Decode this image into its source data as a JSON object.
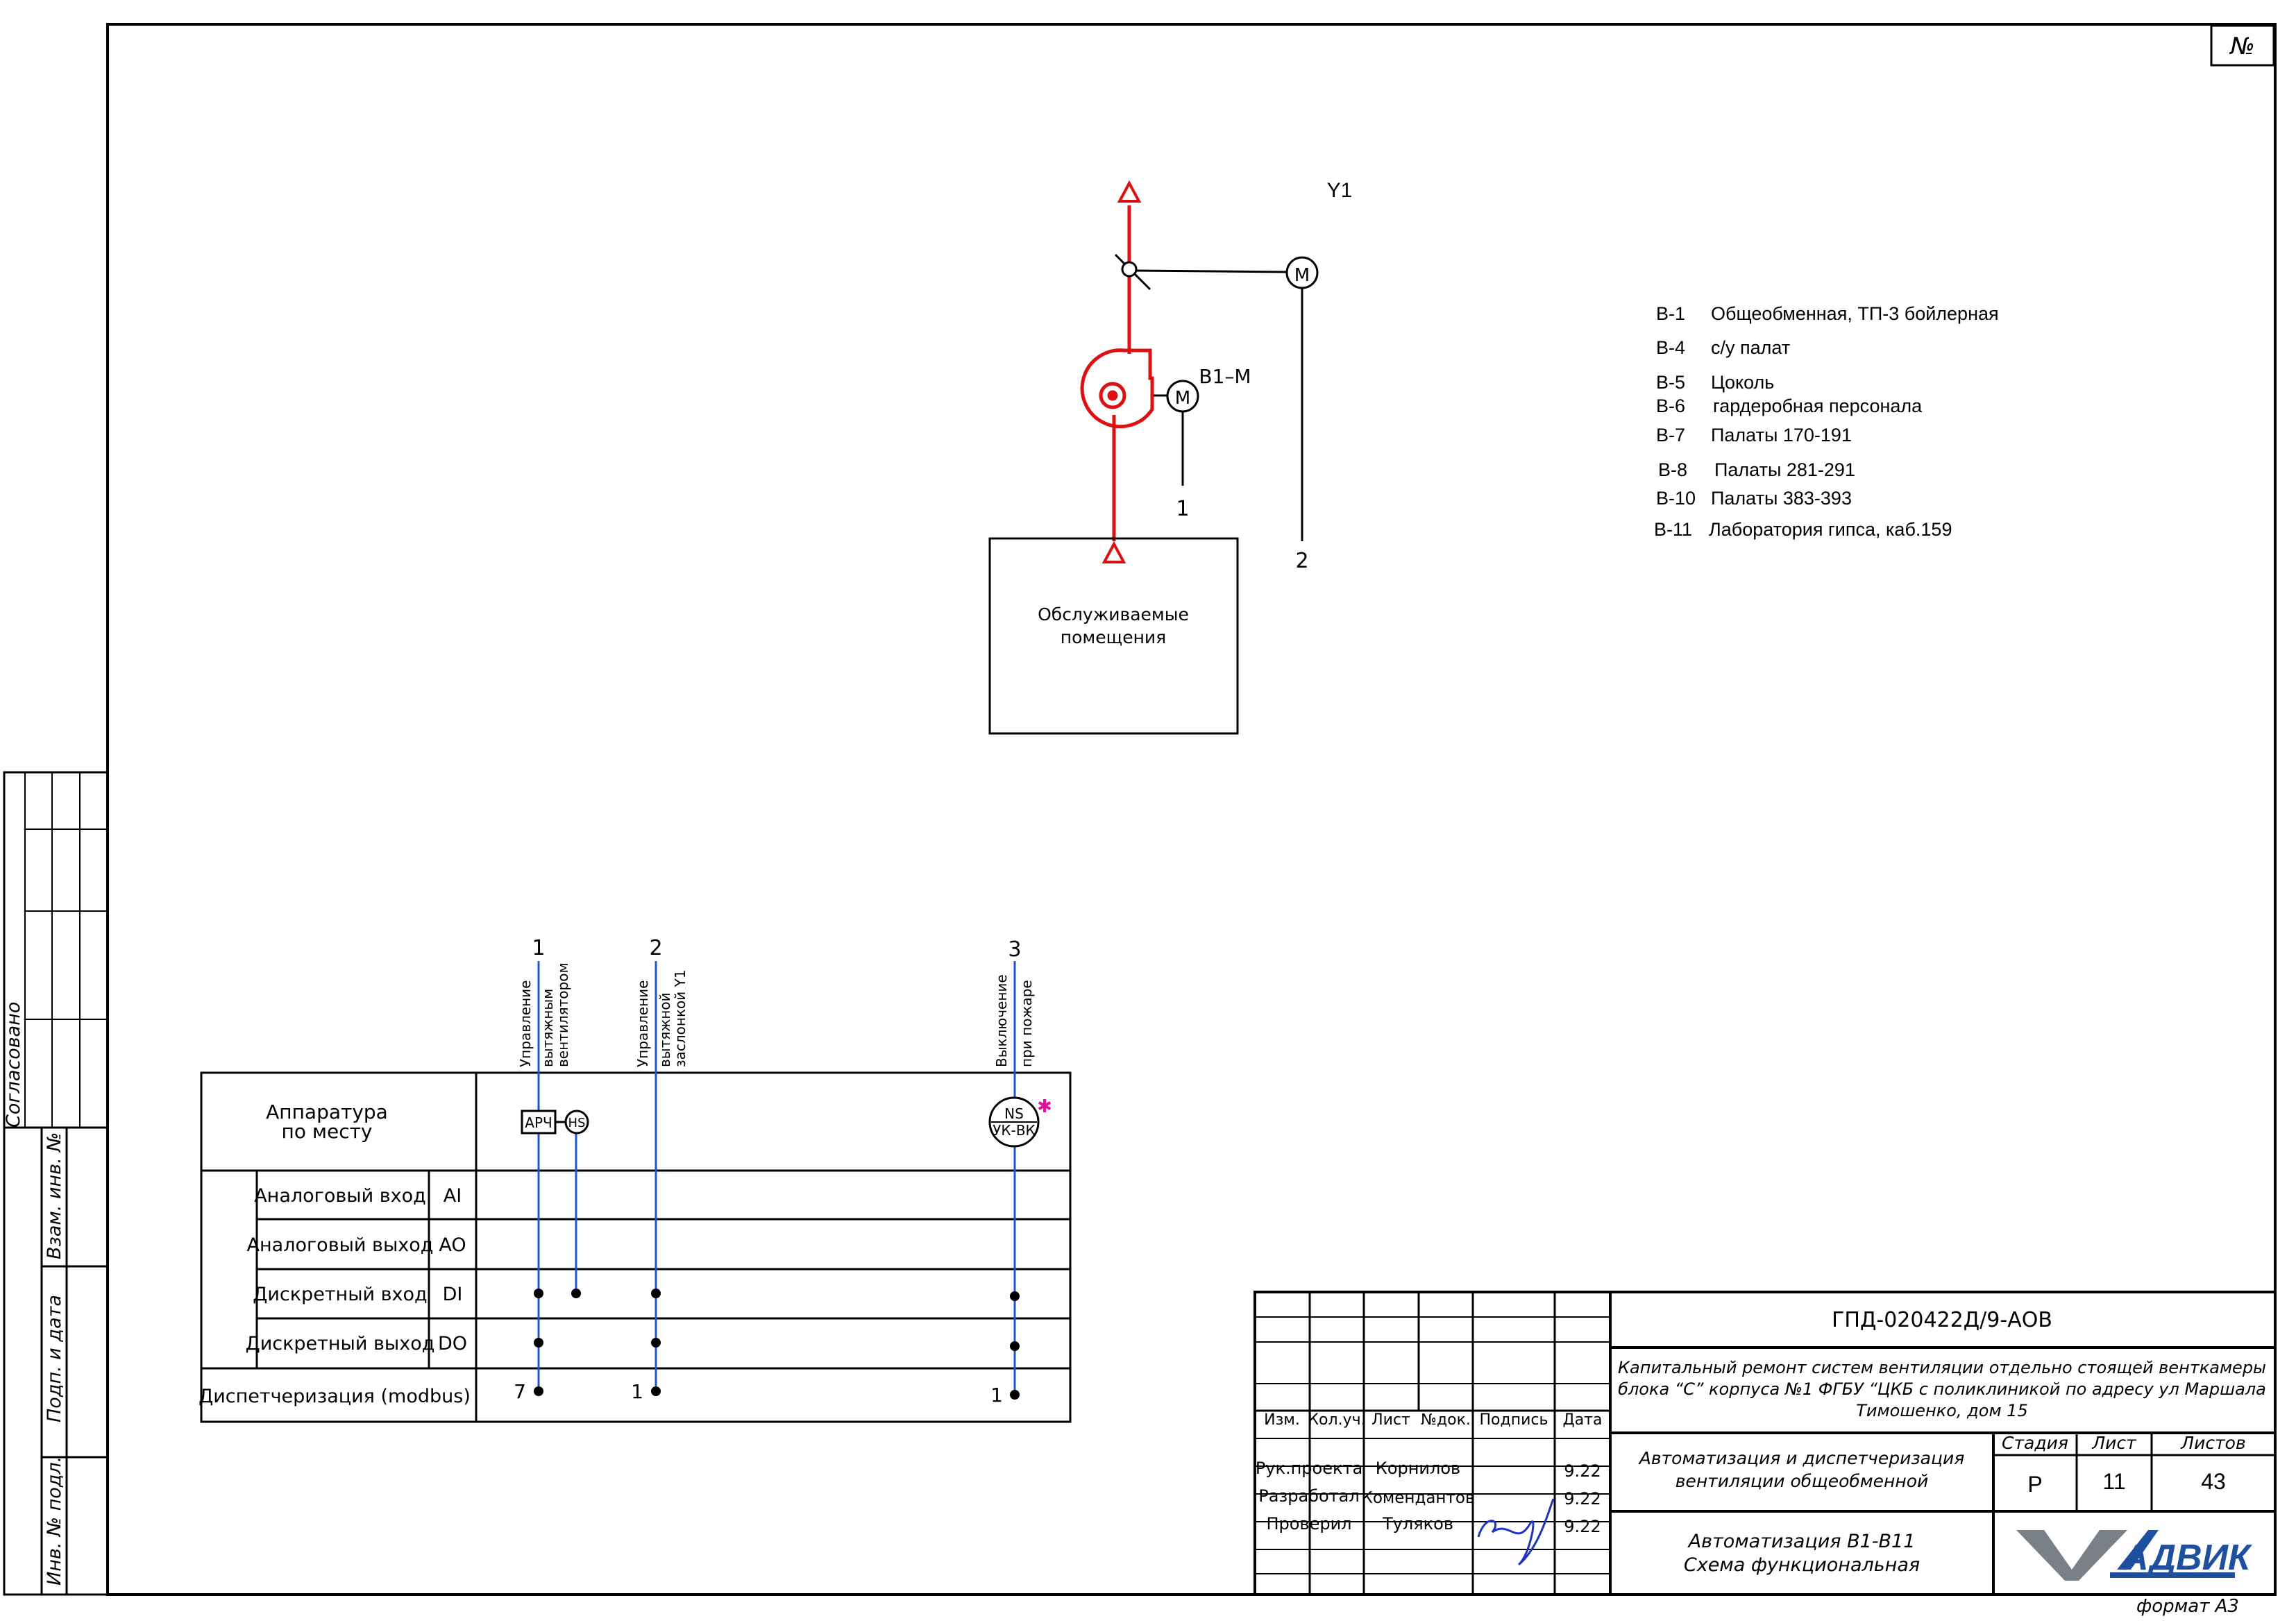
{
  "sheet": {
    "corner_number_label": "№",
    "format_label": "формат А3"
  },
  "side_stamp": {
    "agreed": "Согласовано",
    "replaced_inv": "Взам. инв. №",
    "sign_date": "Подп. и дата",
    "original_inv": "Инв. № подл."
  },
  "scheme": {
    "damper_label": "Y1",
    "fan_motor_label": "В1–М",
    "motor_symbol": "М",
    "line1": "1",
    "line2": "2",
    "room_line1": "Обслуживаемые",
    "room_line2": "помещения"
  },
  "legend": [
    {
      "code": "В-1",
      "name": "Общеобменная, ТП-3 бойлерная"
    },
    {
      "code": "В-4",
      "name": "с/у палат"
    },
    {
      "code": "В-5",
      "name": "Цоколь"
    },
    {
      "code": "В-6",
      "name": "гардеробная персонала"
    },
    {
      "code": "В-7",
      "name": "Палаты 170-191"
    },
    {
      "code": "В-8",
      "name": "Палаты 281-291"
    },
    {
      "code": "В-10",
      "name": "Палаты 383-393"
    },
    {
      "code": "В-11",
      "name": "Лаборатория гипса, каб.159"
    }
  ],
  "signals": {
    "col1": {
      "num": "1",
      "desc_a": "Управление",
      "desc_b": "вытяжным",
      "desc_c": "вентилятором"
    },
    "col2": {
      "num": "2",
      "desc_a": "Управление",
      "desc_b": "вытяжной",
      "desc_c": "заслонкой Y1"
    },
    "col3": {
      "num": "3",
      "desc_a": "Выключение",
      "desc_b": "при пожаре"
    },
    "apch": "АРЧ",
    "hs": "HS",
    "ns_top": "NS",
    "ns_bottom": "УК-ВК",
    "header": {
      "line1": "Аппаратура",
      "line2": "по месту"
    },
    "rows": [
      {
        "name": "Аналоговый вход",
        "code": "AI"
      },
      {
        "name": "Аналоговый выход",
        "code": "AO"
      },
      {
        "name": "Дискретный вход",
        "code": "DI"
      },
      {
        "name": "Дискретный выход",
        "code": "DO"
      }
    ],
    "dispatch_label": "Диспетчеризация (modbus)",
    "dispatch_counts": [
      "7",
      "1",
      "1"
    ]
  },
  "title_block": {
    "doc_code": "ГПД-020422Д/9-АОВ",
    "project_line1": "Капитальный ремонт систем вентиляции отдельно стоящей венткамеры",
    "project_line2": "блока “С” корпуса №1 ФГБУ “ЦКБ с поликлиникой по адресу ул Маршала",
    "project_line3": "Тимошенко, дом 15",
    "col_headers": [
      "Изм.",
      "Кол.уч.",
      "Лист",
      "№док.",
      "Подпись",
      "Дата"
    ],
    "people": [
      {
        "role": "Рук.проекта",
        "name": "Корнилов",
        "date": "9.22"
      },
      {
        "role": "Разработал",
        "name": "Комендантов",
        "date": "9.22"
      },
      {
        "role": "Проверил",
        "name": "Туляков",
        "date": "9.22"
      }
    ],
    "section_line1": "Автоматизация и диспетчеризация",
    "section_line2": "вентиляции общеобменной",
    "stage_label": "Стадия",
    "sheet_label": "Лист",
    "sheets_label": "Листов",
    "stage": "Р",
    "sheet_no": "11",
    "sheets_total": "43",
    "drawing_line1": "Автоматизация В1-В11",
    "drawing_line2": "Схема функциональная",
    "logo_text": "АДВИК"
  },
  "colors": {
    "duct": "#dd1111",
    "signal_line": "#2255cc",
    "accent_mark": "#e0109a"
  }
}
